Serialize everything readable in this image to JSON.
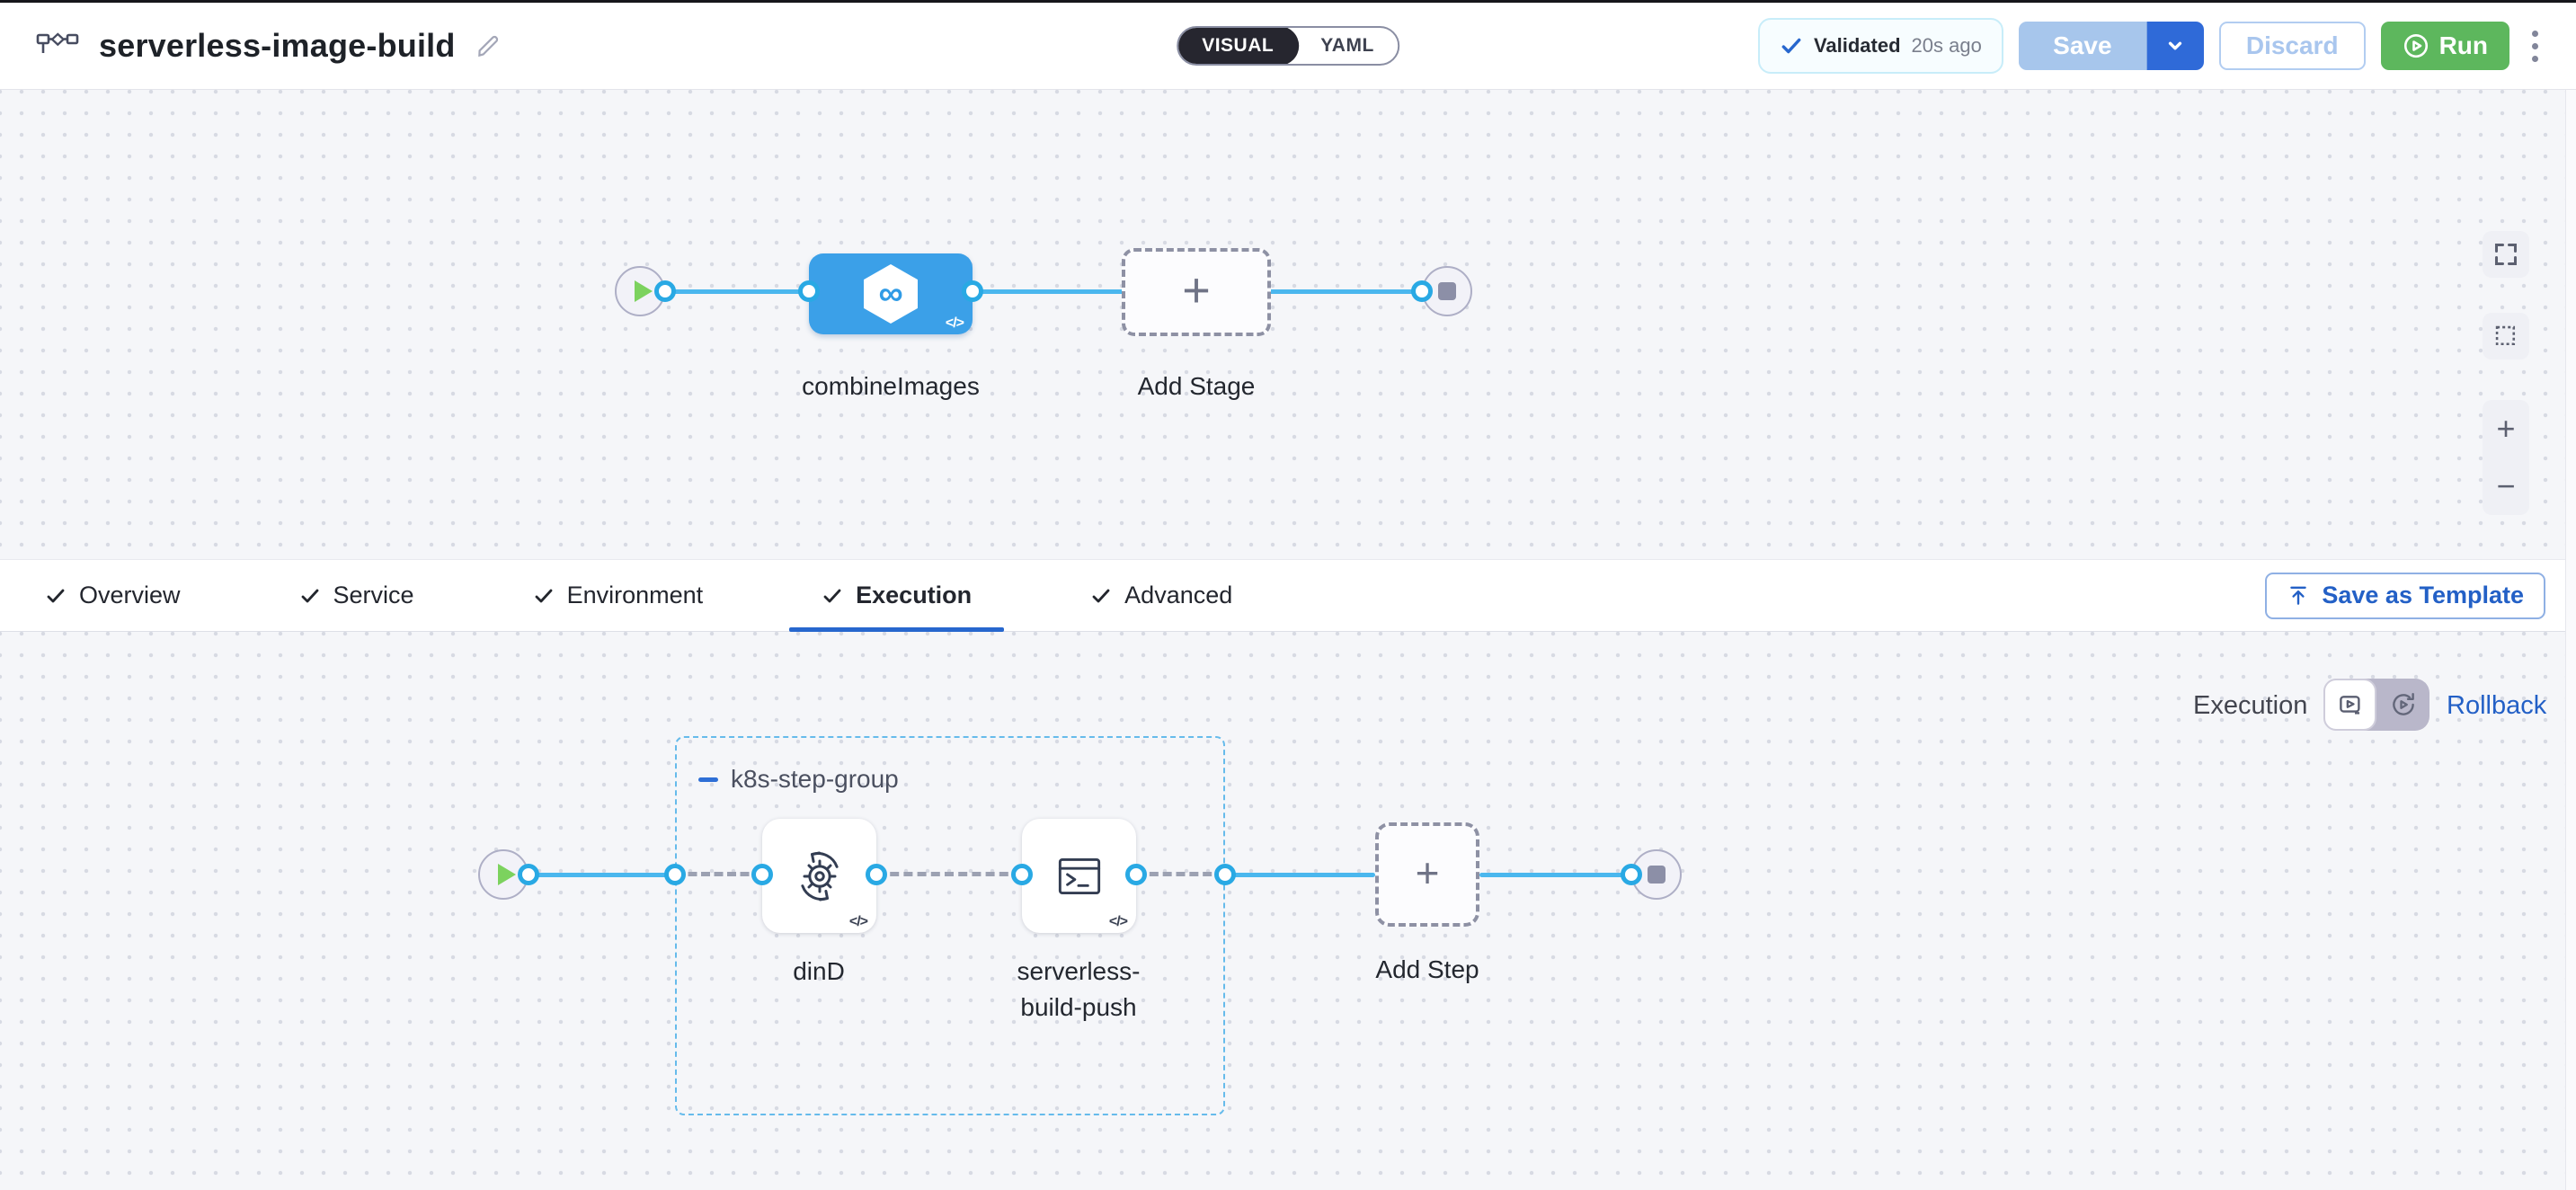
{
  "header": {
    "title": "serverless-image-build",
    "mode_toggle": {
      "visual_label": "VISUAL",
      "yaml_label": "YAML",
      "selected": "VISUAL"
    },
    "validation": {
      "label": "Validated",
      "time": "20s ago"
    },
    "save_label": "Save",
    "discard_label": "Discard",
    "run_label": "Run"
  },
  "tabs": [
    {
      "label": "Overview",
      "checked": true,
      "active": false
    },
    {
      "label": "Service",
      "checked": true,
      "active": false
    },
    {
      "label": "Environment",
      "checked": true,
      "active": false
    },
    {
      "label": "Execution",
      "checked": true,
      "active": true
    },
    {
      "label": "Advanced",
      "checked": true,
      "active": false
    }
  ],
  "save_as_template_label": "Save as Template",
  "stage_canvas": {
    "stage_label": "combineImages",
    "add_stage_label": "Add Stage"
  },
  "execution_panel": {
    "execution_label": "Execution",
    "rollback_label": "Rollback",
    "group_label": "k8s-step-group",
    "steps": {
      "dind_label": "dinD",
      "serverless_label_line1": "serverless-",
      "serverless_label_line2": "build-push"
    },
    "add_step_label": "Add Step"
  },
  "icons": {
    "plus": "+",
    "minus": "−",
    "infinity": "∞",
    "code": "</>"
  },
  "colors": {
    "accent_blue": "#2F6AD8",
    "connector_blue": "#4AB7EE",
    "stage_node_blue": "#3BA0E8",
    "run_green": "#5DB75D",
    "link_blue": "#2360C6",
    "group_border_blue": "#66BBEB",
    "validated_border": "#C8EDF9",
    "tab_underline": "#2767CE"
  }
}
